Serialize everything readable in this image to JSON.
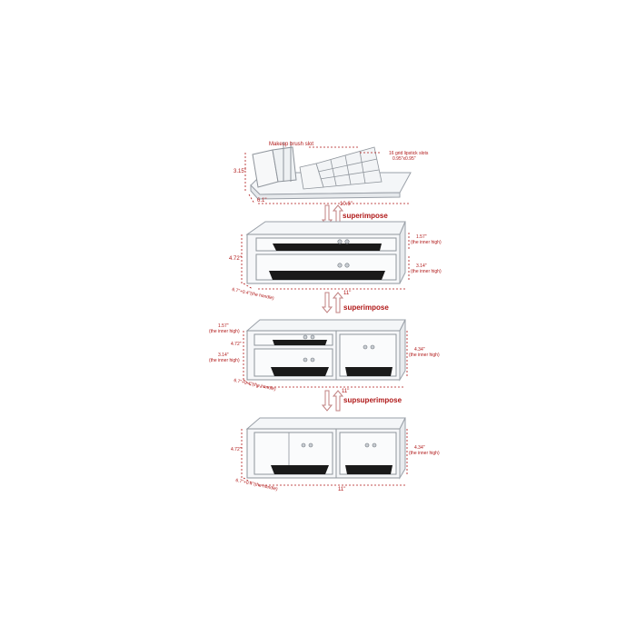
{
  "colors": {
    "dimension": "#b01818",
    "acrylic_edge": "#9aa0a8",
    "acrylic_fill": "#f4f6f8",
    "drawer_liner": "#1a1a1a",
    "knob": "#c9ced4"
  },
  "tier_top": {
    "brush_slot_label": "Makeup brush slot",
    "lipstick_slots_label": "16 grid lipstick slots",
    "lipstick_slot_size": "0.95\"x0.95\"",
    "height": "3.15\"",
    "depth": "6.1\"",
    "width": "10.6\""
  },
  "connector_1": "superimpose",
  "tier_2": {
    "height": "4.72\"",
    "depth": "6.7\"+0.4\"(the handle)",
    "width": "11\"",
    "top_drawer_height": "1.57\"",
    "top_drawer_note": "(the inner high)",
    "bottom_drawer_height": "3.14\"",
    "bottom_drawer_note": "(the inner high)"
  },
  "connector_2": "superimpose",
  "tier_3": {
    "left_small_height": "1.57\"",
    "left_small_note": "(the inner high)",
    "height": "4.72\"",
    "left_large_height": "3.14\"",
    "left_large_note": "(the inner high)",
    "right_height": "4.34\"",
    "right_note": "(the inner high)",
    "depth": "6.7\"+0.4\"(the handle)",
    "width": "11\""
  },
  "connector_3": "supsuperimpose",
  "tier_4": {
    "height": "4.72\"",
    "right_height": "4.34\"",
    "right_note": "(the inner high)",
    "depth": "6.7\"+0.4\"(the handle)",
    "width": "11\""
  }
}
